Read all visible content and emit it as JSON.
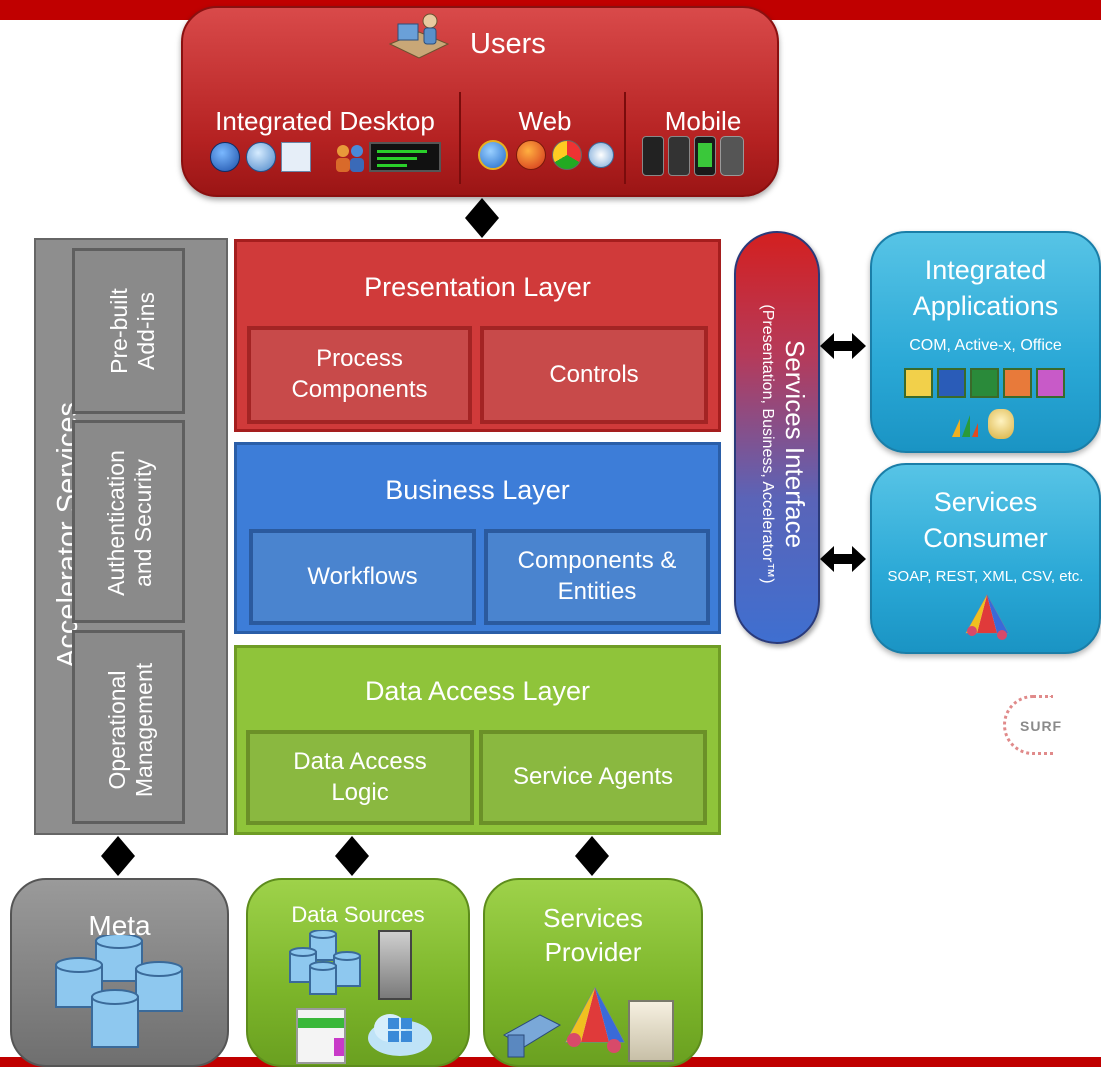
{
  "users": {
    "title": "Users",
    "channels": [
      {
        "label": "Integrated Desktop"
      },
      {
        "label": "Web"
      },
      {
        "label": "Mobile"
      }
    ]
  },
  "accelerator": {
    "title": "Accelerator Services",
    "modules": [
      {
        "line1": "Pre-built",
        "line2": "Add-ins"
      },
      {
        "line1": "Authentication",
        "line2": "and Security"
      },
      {
        "line1": "Operational",
        "line2": "Management"
      }
    ]
  },
  "presentation": {
    "title": "Presentation Layer",
    "components": [
      {
        "line1": "Process",
        "line2": "Components"
      },
      {
        "line1": "Controls",
        "line2": ""
      }
    ]
  },
  "business": {
    "title": "Business Layer",
    "components": [
      {
        "line1": "Workflows",
        "line2": ""
      },
      {
        "line1": "Components &",
        "line2": "Entities"
      }
    ]
  },
  "data_access": {
    "title": "Data Access Layer",
    "components": [
      {
        "line1": "Data Access",
        "line2": "Logic"
      },
      {
        "line1": "Service Agents",
        "line2": ""
      }
    ]
  },
  "services_interface": {
    "title": "Services Interface",
    "subtitle": "(Presentation, Business, Accelerator™)"
  },
  "integrated_apps": {
    "line1": "Integrated",
    "line2": "Applications",
    "detail": "COM, Active-x, Office"
  },
  "services_consumer": {
    "line1": "Services",
    "line2": "Consumer",
    "detail": "SOAP, REST, XML, CSV, etc."
  },
  "meta": {
    "title": "Meta"
  },
  "data_sources": {
    "title": "Data Sources"
  },
  "services_provider": {
    "line1": "Services",
    "line2": "Provider"
  },
  "watermark": {
    "text": "SURF"
  },
  "colors": {
    "brand_red": "#c00000",
    "presentation": "#d03a3a",
    "business": "#3d7dd8",
    "data_access": "#8fc43a",
    "accelerator": "#8e8e8e",
    "cyan": "#2aa8d6"
  }
}
